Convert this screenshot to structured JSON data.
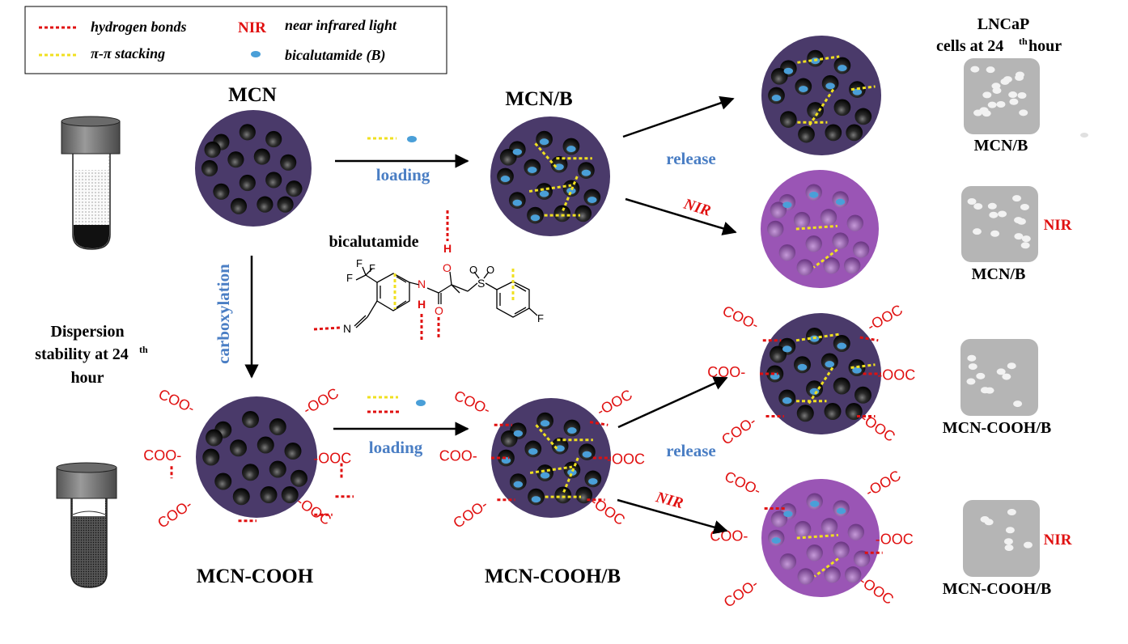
{
  "legend": {
    "hbond": "hydrogen bonds",
    "nir_key": "NIR",
    "nir_desc": "near infrared light",
    "stacking": "π-π stacking",
    "drug": "bicalutamide (B)"
  },
  "labels": {
    "mcn": "MCN",
    "mcnb": "MCN/B",
    "mcn_cooh": "MCN-COOH",
    "mcn_cooh_b": "MCN-COOH/B",
    "bicalutamide": "bicalutamide",
    "loading": "loading",
    "release": "release",
    "nir": "NIR",
    "carboxylation": "carboxylation",
    "coo": "COO-",
    "ooc": "-OOC"
  },
  "dispersion": {
    "line1": "Dispersion",
    "line2": "stability at 24",
    "sup": "th",
    "line3": "hour"
  },
  "cells": {
    "title1": "LNCaP",
    "title2": "cells at 24",
    "sup": "th",
    "title3": " hour",
    "labels": [
      "MCN/B",
      "MCN/B",
      "MCN-COOH/B",
      "MCN-COOH/B"
    ],
    "nir": "NIR"
  },
  "molecule": {
    "f1": "F",
    "f2": "F",
    "f3": "F",
    "f4": "F",
    "n_amide": "N",
    "h_amide": "H",
    "o_hydroxyl": "O",
    "h_hydroxyl": "H",
    "o_carbonyl": "O",
    "s": "S",
    "o_s1": "O",
    "o_s2": "O",
    "n_nitrile": "N"
  },
  "colors": {
    "particle": "#4a3a6a",
    "particle_nir": "#9a55b5",
    "hbond": "#e01010",
    "stacking": "#f0e020",
    "drug": "#4a9fd8",
    "cell_bg": "#b5b5b5"
  }
}
